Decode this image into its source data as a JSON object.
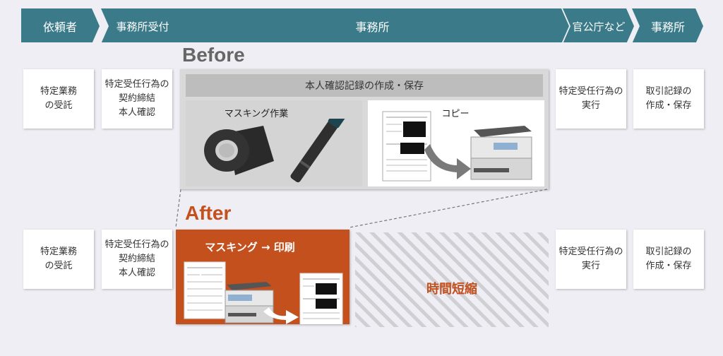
{
  "header": {
    "steps": [
      {
        "label": "依頼者"
      },
      {
        "label": "事務所受付"
      },
      {
        "label": "事務所"
      },
      {
        "label": "官公庁など"
      },
      {
        "label": "事務所"
      }
    ],
    "color": "#3a7a89"
  },
  "before": {
    "title": "Before",
    "cards": {
      "client": "特定業務\nの受託",
      "reception": "特定受任行為の\n契約締結\n本人確認",
      "execution": "特定受任行為の\n実行",
      "record": "取引記録の\n作成・保存"
    },
    "process_title": "本人確認記録の作成・保存",
    "masking_label": "マスキング作業",
    "copy_label": "コピー"
  },
  "after": {
    "title": "After",
    "cards": {
      "client": "特定業務\nの受託",
      "reception": "特定受任行為の\n契約締結\n本人確認",
      "execution": "特定受任行為の\n実行",
      "record": "取引記録の\n作成・保存"
    },
    "process_label": "マスキング → 印刷",
    "saved_label": "時間短縮",
    "accent": "#c4501e"
  }
}
